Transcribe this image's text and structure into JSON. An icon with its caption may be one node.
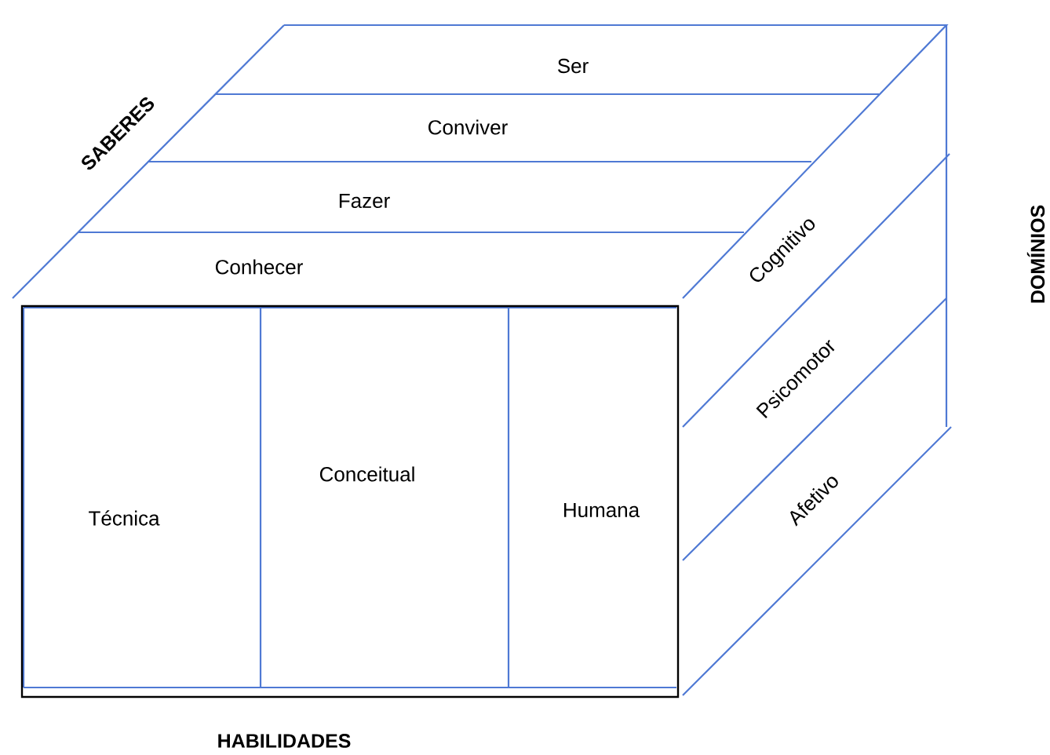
{
  "diagram": {
    "nodes": [
      {
        "text": [
          "Ser"
        ]
      },
      {
        "text": [
          "Conviver"
        ]
      },
      {
        "text": [
          "Fazer"
        ]
      },
      {
        "text": [
          "Conhecer"
        ]
      },
      {
        "text": [
          "Técnica"
        ]
      },
      {
        "text": [
          "Conceitual"
        ]
      },
      {
        "text": [
          "Humana"
        ]
      },
      {
        "text": [
          "Cognitivo"
        ]
      },
      {
        "text": [
          "Psicomotor"
        ]
      },
      {
        "text": [
          "Afetivo"
        ]
      }
    ],
    "labels": [
      "SABERES",
      "DOMÍNIOS",
      "HABILIDADES"
    ]
  }
}
